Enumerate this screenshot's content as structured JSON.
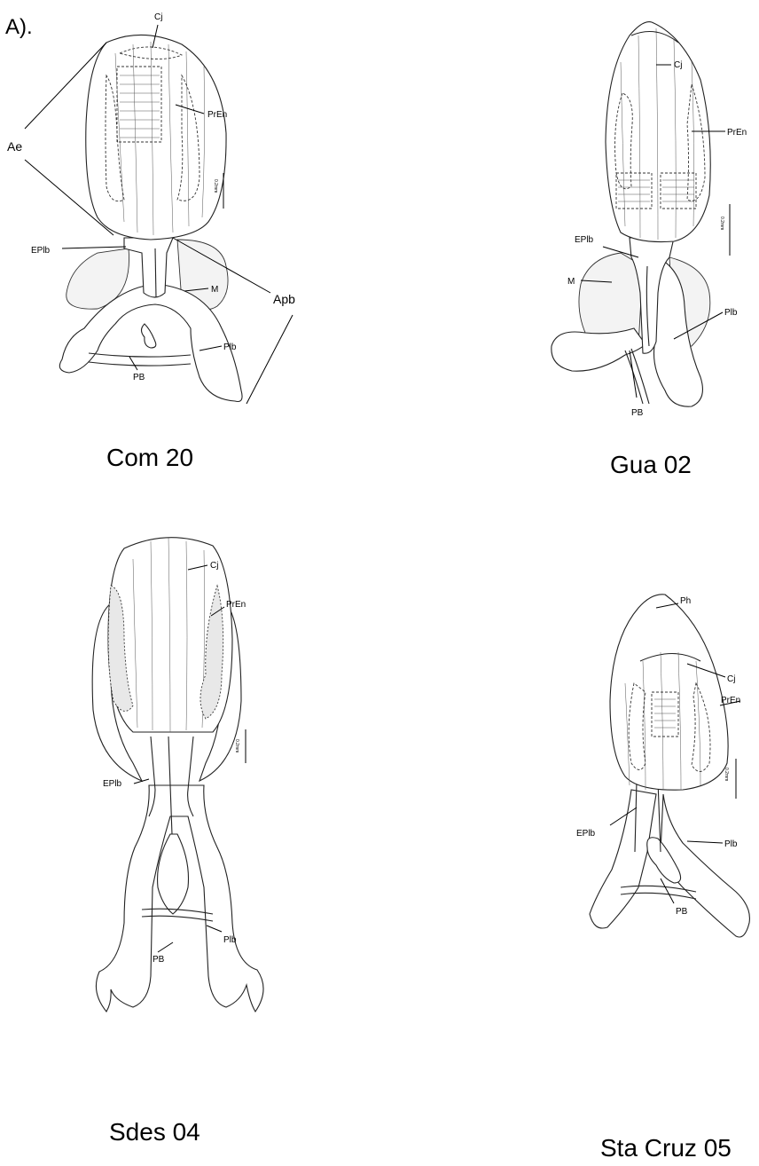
{
  "panel_label": "A).",
  "scale_text": "0.2mm",
  "specimens": [
    {
      "caption": "Com 20",
      "labels": {
        "cj": "Cj",
        "pren": "PrEn",
        "ae": "Ae",
        "eplb": "EPlb",
        "m": "M",
        "apb": "Apb",
        "plb": "Plb",
        "pb": "PB"
      }
    },
    {
      "caption": "Gua 02",
      "labels": {
        "cj": "Cj",
        "pren": "PrEn",
        "eplb": "EPlb",
        "m": "M",
        "plb": "Plb",
        "pb": "PB"
      }
    },
    {
      "caption": "Sdes 04",
      "labels": {
        "cj": "Cj",
        "pren": "PrEn",
        "eplb": "EPlb",
        "plb": "Plb",
        "pb": "PB"
      }
    },
    {
      "caption": "Sta Cruz 05",
      "labels": {
        "ph": "Ph",
        "cj": "Cj",
        "pren": "PrEn",
        "eplb": "EPlb",
        "plb": "Plb",
        "pb": "PB"
      }
    }
  ]
}
